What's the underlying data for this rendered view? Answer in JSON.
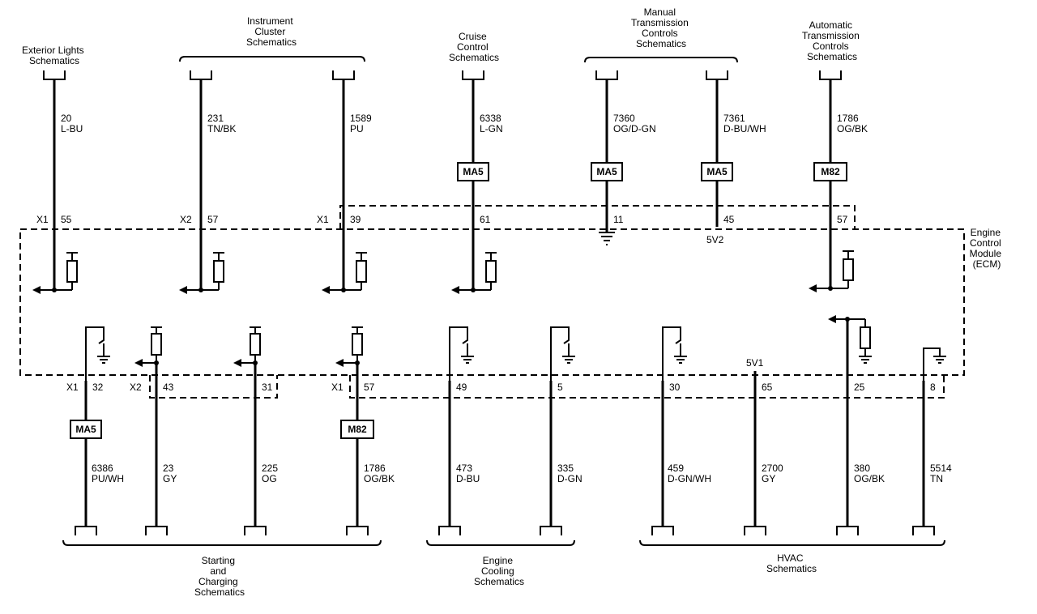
{
  "destinations": {
    "exterior_lights": [
      "Exterior Lights",
      "Schematics"
    ],
    "instrument_cluster": [
      "Instrument",
      "Cluster",
      "Schematics"
    ],
    "cruise_control": [
      "Cruise",
      "Control",
      "Schematics"
    ],
    "manual_trans": [
      "Manual",
      "Transmission",
      "Controls",
      "Schematics"
    ],
    "automatic_trans": [
      "Automatic",
      "Transmission",
      "Controls",
      "Schematics"
    ],
    "starting_charging": [
      "Starting",
      "and",
      "Charging",
      "Schematics"
    ],
    "engine_cooling": [
      "Engine",
      "Cooling",
      "Schematics"
    ],
    "hvac": [
      "HVAC",
      "Schematics"
    ]
  },
  "module": {
    "name": [
      "Engine",
      "Control",
      "Module",
      "(ECM)"
    ]
  },
  "top_circuits": [
    {
      "circuit": "20",
      "color": "L-BU"
    },
    {
      "circuit": "231",
      "color": "TN/BK"
    },
    {
      "circuit": "1589",
      "color": "PU"
    },
    {
      "circuit": "6338",
      "color": "L-GN"
    },
    {
      "circuit": "7360",
      "color": "OG/D-GN"
    },
    {
      "circuit": "7361",
      "color": "D-BU/WH"
    },
    {
      "circuit": "1786",
      "color": "OG/BK"
    }
  ],
  "bottom_circuits": [
    {
      "circuit": "6386",
      "color": "PU/WH"
    },
    {
      "circuit": "23",
      "color": "GY"
    },
    {
      "circuit": "225",
      "color": "OG"
    },
    {
      "circuit": "1786",
      "color": "OG/BK"
    },
    {
      "circuit": "473",
      "color": "D-BU"
    },
    {
      "circuit": "335",
      "color": "D-GN"
    },
    {
      "circuit": "459",
      "color": "D-GN/WH"
    },
    {
      "circuit": "2700",
      "color": "GY"
    },
    {
      "circuit": "380",
      "color": "OG/BK"
    },
    {
      "circuit": "5514",
      "color": "TN"
    }
  ],
  "splices": {
    "ma5": "MA5",
    "m82": "M82"
  },
  "connectors": {
    "x1": "X1",
    "x2": "X2"
  },
  "top_pins": [
    "55",
    "57",
    "39",
    "61",
    "11",
    "45",
    "57"
  ],
  "bottom_pins": [
    "32",
    "43",
    "31",
    "57",
    "49",
    "5",
    "30",
    "65",
    "25",
    "8"
  ],
  "references": {
    "5v2": "5V2",
    "5v1": "5V1"
  }
}
